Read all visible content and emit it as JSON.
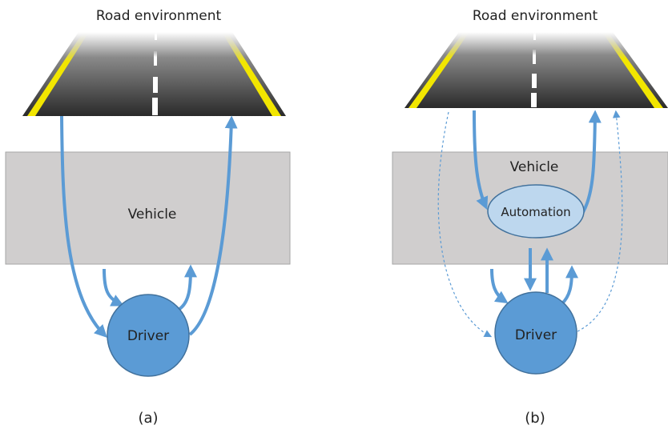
{
  "panel_a": {
    "road_title": "Road environment",
    "vehicle_label": "Vehicle",
    "driver_label": "Driver",
    "caption": "(a)"
  },
  "panel_b": {
    "road_title": "Road environment",
    "vehicle_label": "Vehicle",
    "automation_label": "Automation",
    "driver_label": "Driver",
    "caption": "(b)"
  },
  "colors": {
    "arrow": "#5b9bd5",
    "vehicle_box": "#d0cece",
    "vehicle_border": "#a6a6a6",
    "driver_fill": "#5b9bd5",
    "driver_border": "#41719c",
    "automation_fill": "#bdd7ee",
    "automation_border": "#41719c",
    "road_asphalt": "#2b2b2b",
    "road_edge_line": "#f2e600",
    "road_center_line": "#ffffff"
  }
}
